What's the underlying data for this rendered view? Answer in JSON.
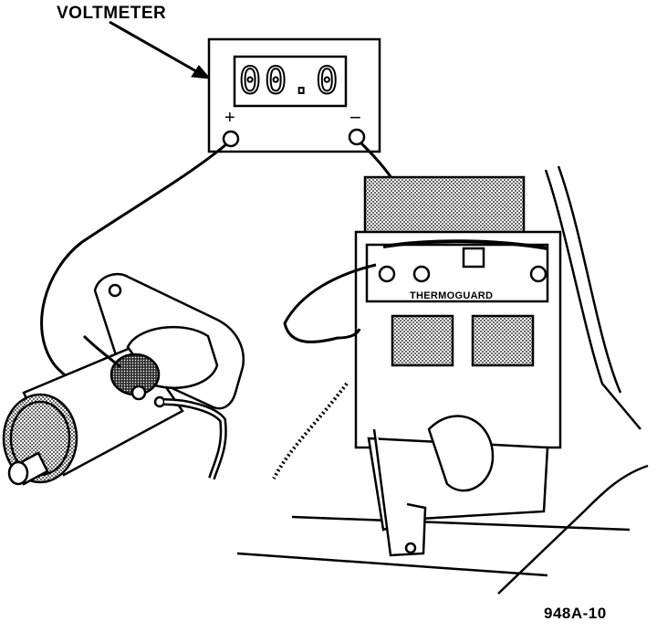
{
  "title_label": "VOLTMETER",
  "meter": {
    "reading": "00.0",
    "positive_terminal": "+",
    "negative_terminal": "−"
  },
  "brand_label": "THERMOGUARD",
  "figure_number": "948A-10"
}
